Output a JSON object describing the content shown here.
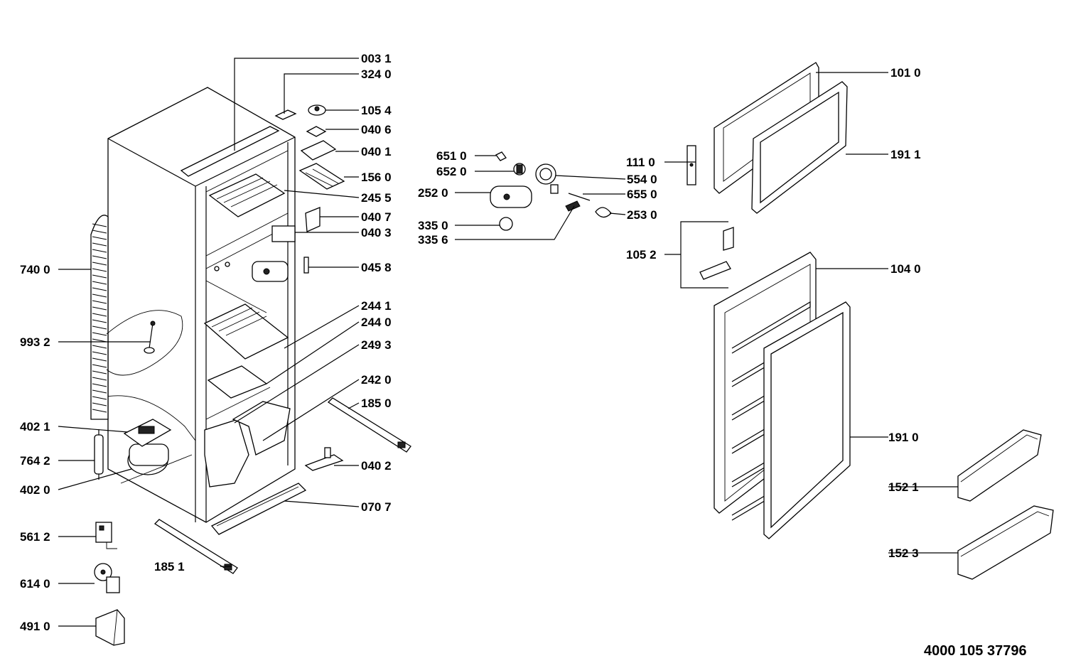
{
  "diagram_number": "4000 105 37796",
  "labels": {
    "p0031": "003 1",
    "p3240": "324 0",
    "p1054": "105 4",
    "p0406": "040 6",
    "p0401": "040 1",
    "p1560": "156 0",
    "p2455": "245 5",
    "p0407": "040 7",
    "p0403": "040 3",
    "p7400": "740 0",
    "p0458": "045 8",
    "p2441": "244 1",
    "p2440": "244 0",
    "p9932": "993 2",
    "p2493": "249 3",
    "p2420": "242 0",
    "p1850": "185 0",
    "p4021": "402 1",
    "p7642": "764 2",
    "p0402": "040 2",
    "p4020": "402 0",
    "p0707": "070 7",
    "p5612": "561 2",
    "p1851": "185 1",
    "p6140": "614 0",
    "p4910": "491 0",
    "p6510": "651 0",
    "p6520": "652 0",
    "p2520": "252 0",
    "p3350": "335 0",
    "p3356": "335 6",
    "p5540": "554 0",
    "p6550": "655 0",
    "p2530": "253 0",
    "p1110": "111 0",
    "p1052": "105 2",
    "p1010": "101 0",
    "p1911": "191 1",
    "p1040": "104 0",
    "p1910": "191 0",
    "p1521": "152 1",
    "p1523": "152 3"
  }
}
